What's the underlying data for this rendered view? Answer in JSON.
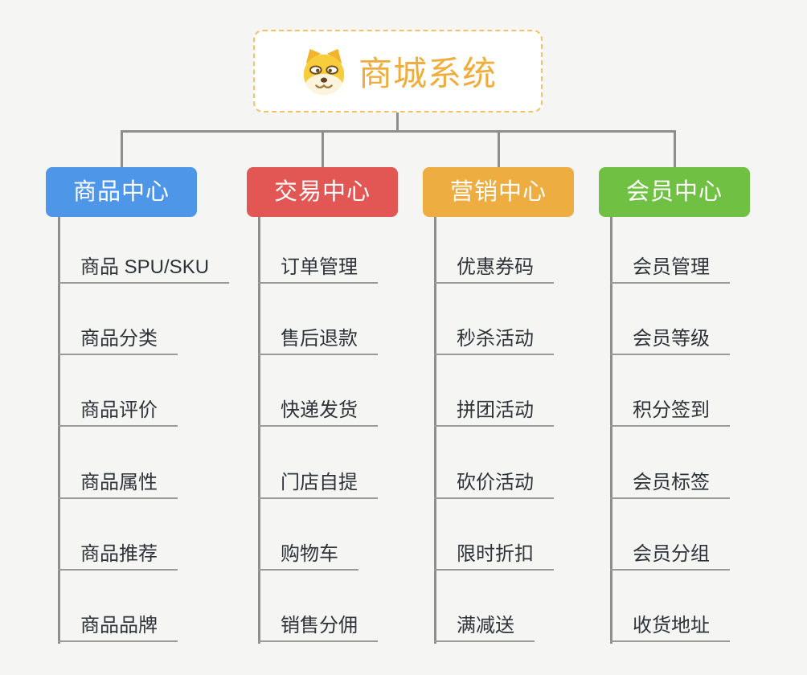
{
  "root": {
    "title": "商城系统",
    "icon": "doge-icon"
  },
  "branches": [
    {
      "name": "商品中心",
      "color": "#4d96e8",
      "items": [
        "商品 SPU/SKU",
        "商品分类",
        "商品评价",
        "商品属性",
        "商品推荐",
        "商品品牌"
      ]
    },
    {
      "name": "交易中心",
      "color": "#e25754",
      "items": [
        "订单管理",
        "售后退款",
        "快递发货",
        "门店自提",
        "购物车",
        "销售分佣"
      ]
    },
    {
      "name": "营销中心",
      "color": "#eead41",
      "items": [
        "优惠券码",
        "秒杀活动",
        "拼团活动",
        "砍价活动",
        "限时折扣",
        "满减送"
      ]
    },
    {
      "name": "会员中心",
      "color": "#70c043",
      "items": [
        "会员管理",
        "会员等级",
        "积分签到",
        "会员标签",
        "会员分组",
        "收货地址"
      ]
    }
  ],
  "colors": {
    "root_accent": "#f0ad3e",
    "root_border": "#f4c06a",
    "connector": "#8e8e8e",
    "underline": "#9a9a9a",
    "item_text": "#2f3338",
    "background": "#f5f5f4"
  }
}
